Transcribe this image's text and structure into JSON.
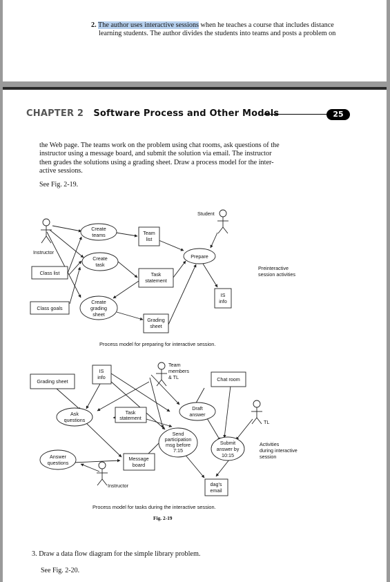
{
  "top_page": {
    "item_number": "2.",
    "highlighted_text": "The author uses interactive sessions",
    "line1_rest": " when he teaches a course that includes distance",
    "line2": "learning students. The author divides the students into teams and posts a problem on"
  },
  "header": {
    "chapter_label": "CHAPTER 2",
    "chapter_title": "Software Process and Other Models",
    "page_number": "25"
  },
  "paragraph": {
    "lines": [
      "the Web page. The teams work on the problem using chat rooms, ask questions of the",
      "instructor using a message board, and submit the solution via email. The instructor",
      "then grades the solutions using a grading sheet. Draw a process model for the inter-",
      "active sessions."
    ],
    "see": "See Fig. 2-19."
  },
  "figure": {
    "diagram1": {
      "actors": [
        "Instructor",
        "Student"
      ],
      "boxes": [
        "Class list",
        "Class goals",
        "Team list",
        "Task statement",
        "Grading sheet",
        "IS info"
      ],
      "processes": [
        "Create teams",
        "Create task",
        "Create grading sheet",
        "Prepare"
      ],
      "side_note": "Preinteractive session activities",
      "caption": "Process model for preparing for interactive session."
    },
    "diagram2": {
      "actors": [
        "Team members & TL",
        "TL",
        "Instructor"
      ],
      "boxes": [
        "IS info",
        "Grading sheet",
        "Chat room",
        "Task statement",
        "Message board",
        "dag's email"
      ],
      "processes": [
        "Ask questions",
        "Draft answer",
        "Send participation msg before 7:15",
        "Submit answer by 10:15",
        "Answer questions"
      ],
      "side_note": "Activities during interactive session",
      "caption": "Process model for tasks during the interactive session."
    },
    "label": "Fig. 2-19"
  },
  "next_item": {
    "text": "3. Draw a data flow diagram for the simple library problem.",
    "see": "See Fig. 2-20."
  }
}
